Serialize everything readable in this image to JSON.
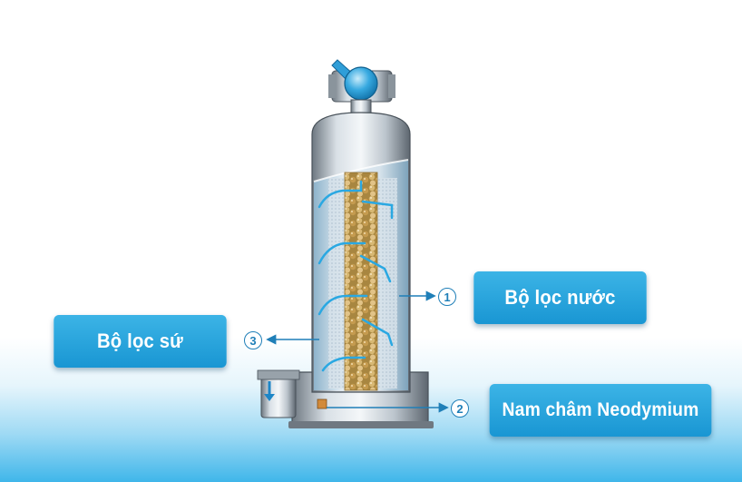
{
  "labels": {
    "item_1": {
      "number": "1",
      "text": "Bộ lọc nước"
    },
    "item_2": {
      "number": "2",
      "text": "Nam châm Neodymium"
    },
    "item_3": {
      "number": "3",
      "text": "Bộ lọc sứ"
    }
  },
  "colors": {
    "label_blue": "#1996d3",
    "water_blue": "#3fb6ea",
    "ceramic_beads": "#c8a256",
    "housing_steel": "#b9c3cc"
  }
}
